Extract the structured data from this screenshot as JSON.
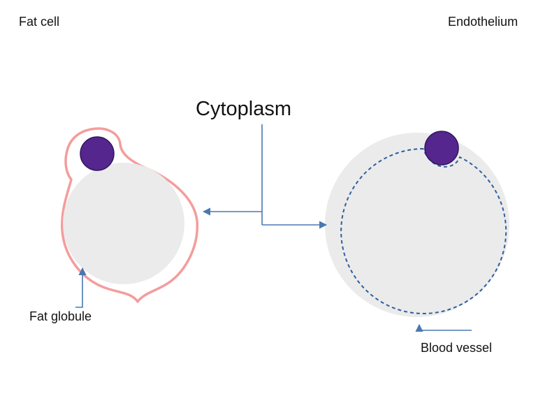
{
  "diagram": {
    "labels": {
      "fat_cell": "Fat cell",
      "endothelium": "Endothelium",
      "cytoplasm": "Cytoplasm",
      "fat_globule": "Fat globule",
      "blood_vessel": "Blood vessel"
    },
    "colors": {
      "background": "#ffffff",
      "text": "#121212",
      "membrane_pink": "#f49c9c",
      "globule_gray": "#ebebeb",
      "nucleus_purple": "#55268d",
      "nucleus_outline": "#33155e",
      "vessel_dashed_blue": "#2f5f9e",
      "arrow_blue": "#4878b0"
    }
  }
}
